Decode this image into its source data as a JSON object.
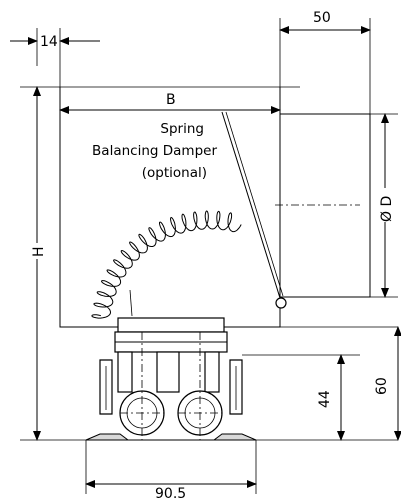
{
  "dimensions": {
    "flange": "14",
    "spigot_length": "50",
    "width": "B",
    "height": "H",
    "diameter": "Ø D",
    "diffuser_height": "44",
    "base_height": "60",
    "diffuser_width": "90.5"
  },
  "labels": {
    "damper_line1": "Spring",
    "damper_line2": "Balancing Damper",
    "damper_line3": "(optional)"
  }
}
